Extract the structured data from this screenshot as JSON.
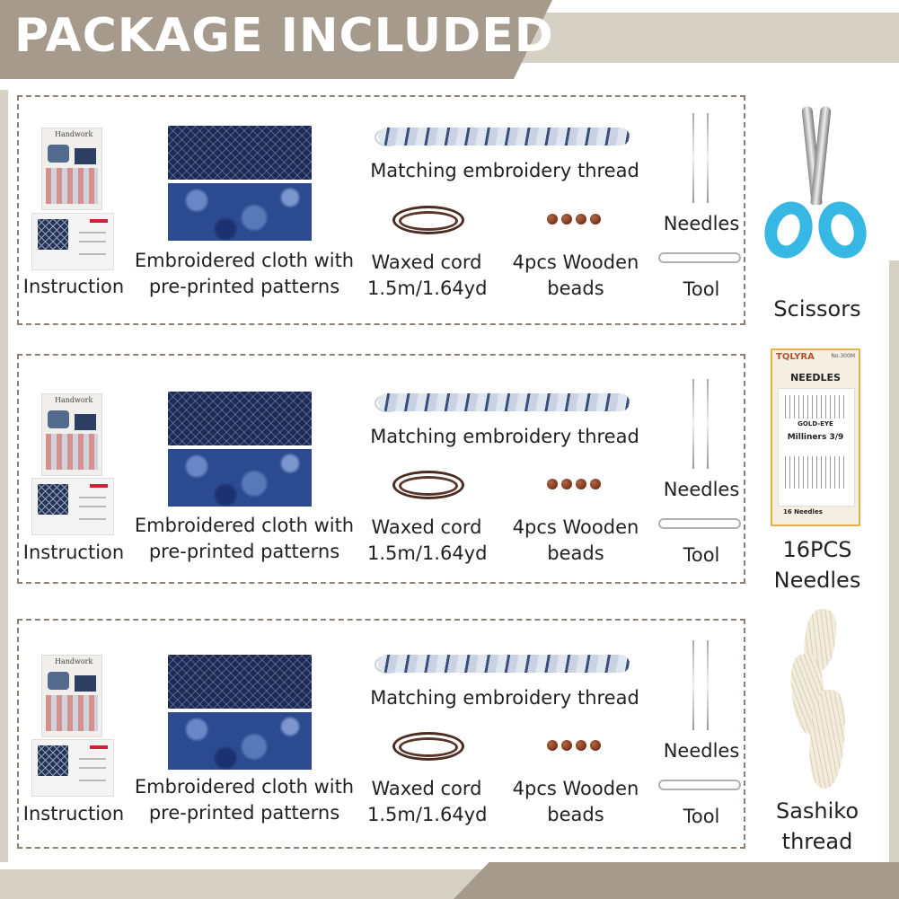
{
  "header": {
    "title": "PACKAGE INCLUDED"
  },
  "sections": [
    {
      "instruction_label": "Instruction",
      "instruction_doc_title": "Handwork",
      "cloth_label_line1": "Embroidered cloth with",
      "cloth_label_line2": "pre-printed patterns",
      "thread_label": "Matching embroidery thread",
      "cord_label_line1": "Waxed cord",
      "cord_label_line2": "1.5m/1.64yd",
      "beads_label_line1": "4pcs Wooden",
      "beads_label_line2": "beads",
      "needles_label": "Needles",
      "tool_label": "Tool"
    },
    {
      "instruction_label": "Instruction",
      "instruction_doc_title": "Handwork",
      "cloth_label_line1": "Embroidered cloth with",
      "cloth_label_line2": "pre-printed patterns",
      "thread_label": "Matching embroidery thread",
      "cord_label_line1": "Waxed cord",
      "cord_label_line2": "1.5m/1.64yd",
      "beads_label_line1": "4pcs Wooden",
      "beads_label_line2": "beads",
      "needles_label": "Needles",
      "tool_label": "Tool"
    },
    {
      "instruction_label": "Instruction",
      "instruction_doc_title": "Handwork",
      "cloth_label_line1": "Embroidered cloth with",
      "cloth_label_line2": "pre-printed patterns",
      "thread_label": "Matching embroidery thread",
      "cord_label_line1": "Waxed cord",
      "cord_label_line2": "1.5m/1.64yd",
      "beads_label_line1": "4pcs Wooden",
      "beads_label_line2": "beads",
      "needles_label": "Needles",
      "tool_label": "Tool"
    }
  ],
  "extras": {
    "scissors_label": "Scissors",
    "needles_pack_label_line1": "16PCS",
    "needles_pack_label_line2": "Needles",
    "needles_pack": {
      "brand": "TQLYRA",
      "model_no": "No.300M",
      "title": "NEEDLES",
      "gold_eye": "GOLD-EYE",
      "milliners": "Milliners 3/9",
      "count": "16  Needles"
    },
    "sashiko_label_line1": "Sashiko",
    "sashiko_label_line2": "thread"
  },
  "colors": {
    "header_dark": "#a69a8c",
    "header_light": "#d7d0c5",
    "dashed_border": "#8d8176",
    "scissor_handle": "#37b8e4"
  }
}
